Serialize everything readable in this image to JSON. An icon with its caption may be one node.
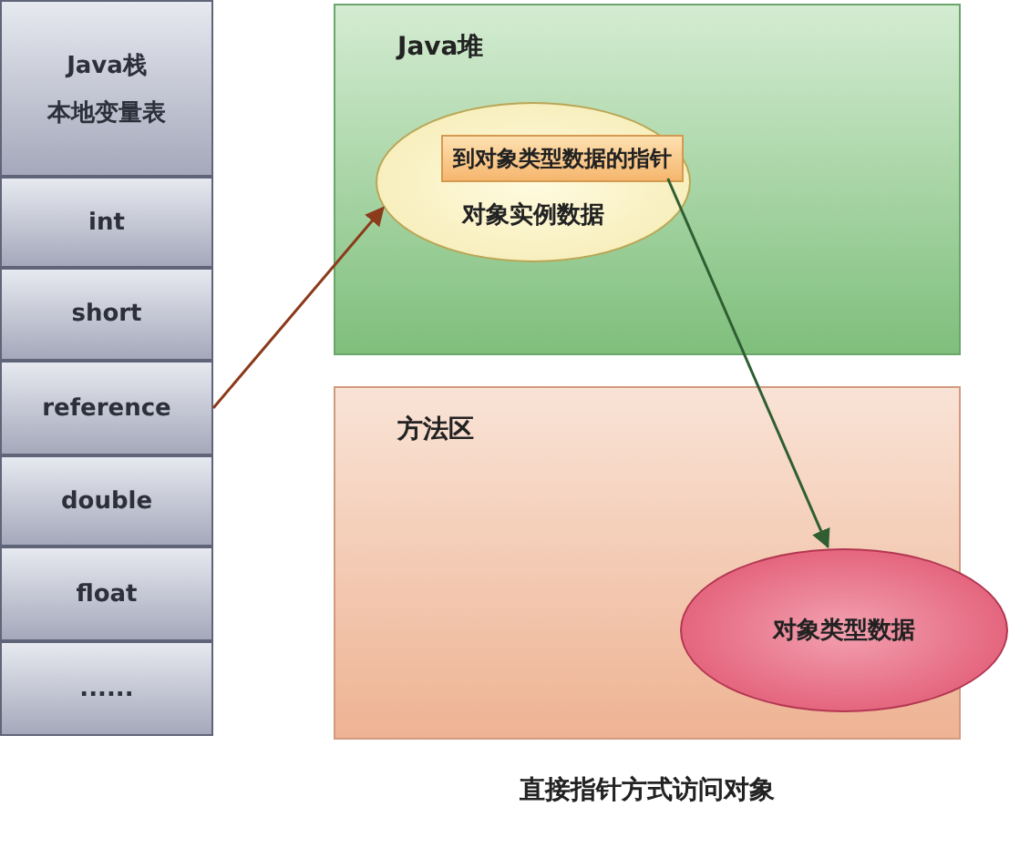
{
  "diagram": {
    "caption": "直接指针方式访问对象",
    "nodes": [
      {
        "text": [
          "Java栈",
          "本地变量表"
        ]
      },
      {
        "text": [
          "int"
        ]
      },
      {
        "text": [
          "short"
        ]
      },
      {
        "text": [
          "reference"
        ]
      },
      {
        "text": [
          "double"
        ]
      },
      {
        "text": [
          "float"
        ]
      },
      {
        "text": [
          "......"
        ]
      },
      {
        "text": [
          "Java堆"
        ]
      },
      {
        "text": [
          "对象实例数据"
        ],
        "in": 7
      },
      {
        "text": [
          "到对象类型数据的指针"
        ],
        "in": 8
      },
      {
        "text": [
          "方法区"
        ]
      },
      {
        "text": [
          "对象类型数据"
        ],
        "in": 10
      }
    ],
    "edges": [
      {
        "from": 3,
        "to": 8,
        "arrow": "to",
        "color": "#8b3a1a"
      },
      {
        "from": 9,
        "to": 11,
        "arrow": "to",
        "color": "#2f5e32"
      }
    ]
  }
}
